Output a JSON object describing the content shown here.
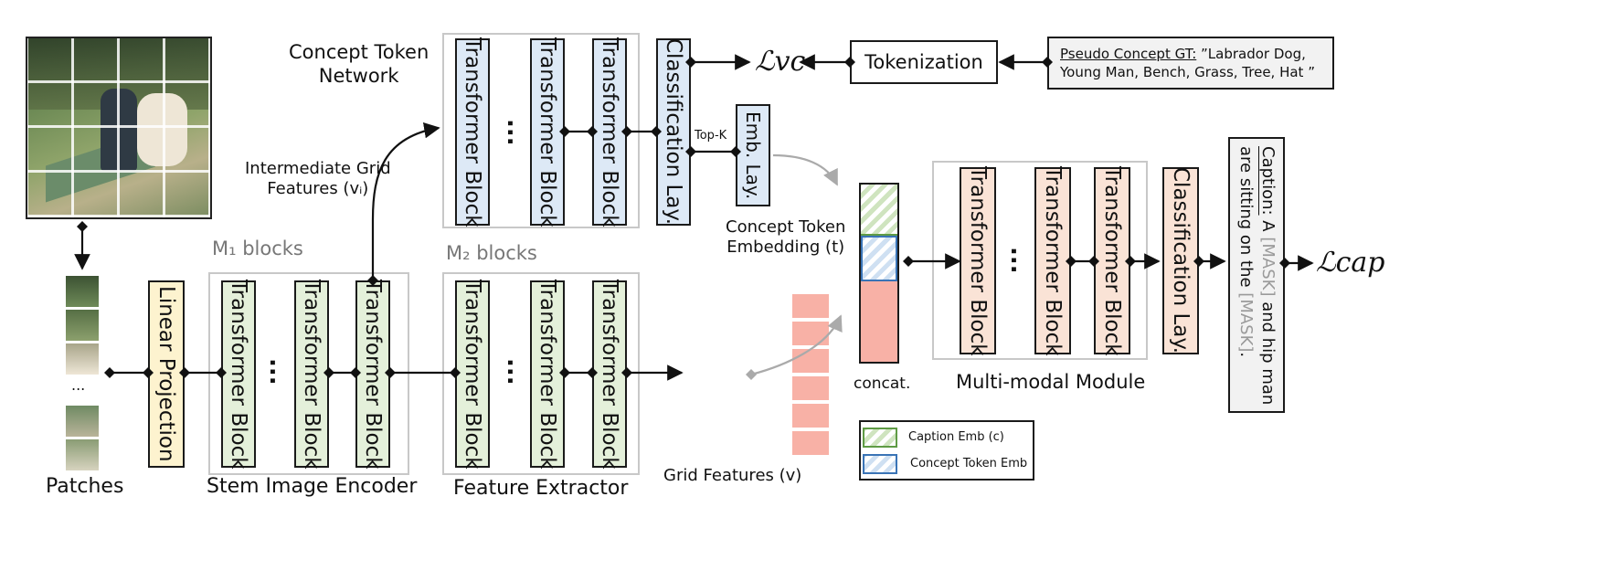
{
  "labels": {
    "concept_token_network": "Concept Token\nNetwork",
    "intermediate_grid": "Intermediate Grid\nFeatures (vᵢ)",
    "m1_blocks": "M₁ blocks",
    "m2_blocks": "M₂ blocks",
    "patches": "Patches",
    "patch_dots": "...",
    "stem_image_encoder": "Stem Image Encoder",
    "feature_extractor": "Feature Extractor",
    "grid_features": "Grid Features (v)",
    "concat": "concat.",
    "multimodal_module": "Multi-modal Module",
    "concept_token_embedding": "Concept Token\nEmbedding (t)",
    "top_k": "Top-K",
    "loss_vc": "ℒvc",
    "loss_cap": "ℒcap",
    "tokenization": "Tokenization",
    "pseudo_gt_label": "Pseudo Concept GT:",
    "pseudo_gt_text": " ”Labrador Dog,\nYoung Man, Bench, Grass, Tree, Hat ”",
    "caption_label": "Caption:",
    "caption_text_1": " A ",
    "mask_1": "[MASK]",
    "caption_text_2": " and hip man are sitting on the ",
    "mask_2": "[MASK]",
    "caption_text_3": "."
  },
  "blocks": {
    "linear_projection": "Linear Projection",
    "transformer": "Transformer Block",
    "classification": "Classification Lay.",
    "emb_layer": "Emb. Lay.",
    "ellipsis": "..."
  },
  "legend": {
    "caption_emb": "Caption Emb (c)",
    "concept_token_emb": "Concept Token Emb"
  },
  "colors": {
    "green_block": "#e4f0da",
    "blue_block": "#dde9f6",
    "peach_block": "#fae3d6",
    "yellow_block": "#fdf3cf",
    "grid_feature": "#f8b1a6",
    "mask_gray": "#9a9a9a"
  }
}
